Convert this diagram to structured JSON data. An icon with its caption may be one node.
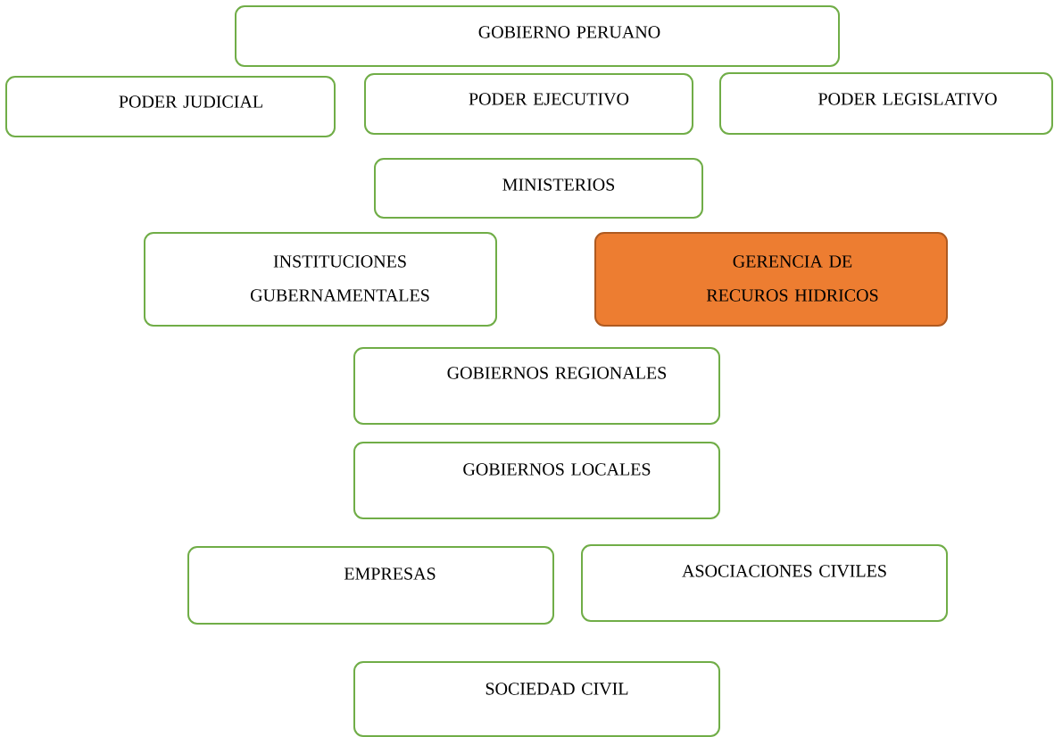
{
  "diagram": {
    "nodes": [
      {
        "text": [
          "GOBIERNO PERUANO"
        ]
      },
      {
        "text": [
          "PODER JUDICIAL"
        ]
      },
      {
        "text": [
          "PODER EJECUTIVO"
        ]
      },
      {
        "text": [
          "PODER LEGISLATIVO"
        ]
      },
      {
        "text": [
          "MINISTERIOS"
        ]
      },
      {
        "text": [
          "INSTITUCIONES GUBERNAMENTALES"
        ]
      },
      {
        "text": [
          "GERENCIA DE RECUROS HIDRICOS"
        ]
      },
      {
        "text": [
          "GOBIERNOS REGIONALES"
        ]
      },
      {
        "text": [
          "GOBIERNOS LOCALES"
        ]
      },
      {
        "text": [
          "EMPRESAS"
        ]
      },
      {
        "text": [
          "ASOCIACIONES CIVILES"
        ]
      },
      {
        "text": [
          "SOCIEDAD CIVIL"
        ]
      }
    ]
  }
}
